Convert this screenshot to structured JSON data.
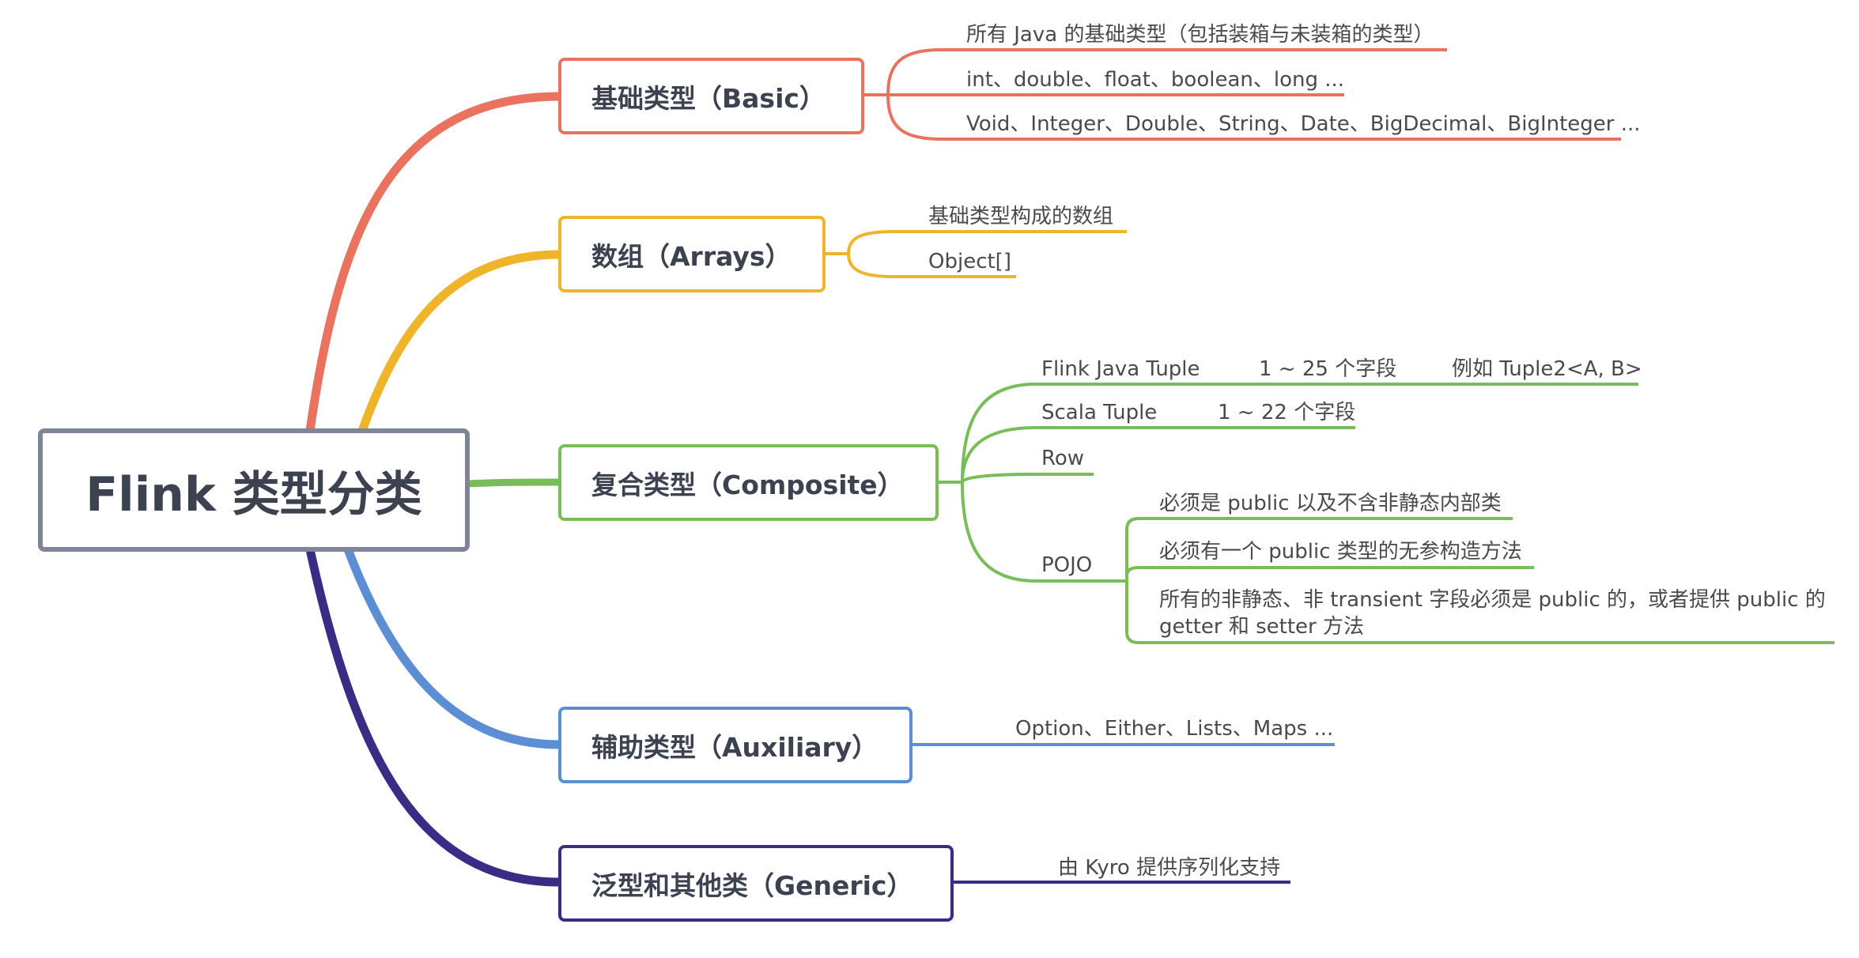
{
  "root": {
    "title": "Flink 类型分类"
  },
  "colors": {
    "basic": "#ea7360",
    "arrays": "#f0b42b",
    "composite": "#79bd5a",
    "auxiliary": "#5b8ed3",
    "generic": "#3a2c84",
    "root_border": "#7e8596"
  },
  "branches": {
    "basic": {
      "label": "基础类型（Basic）",
      "children": [
        "所有 Java 的基础类型（包括装箱与未装箱的类型）",
        "int、double、float、boolean、long ...",
        "Void、Integer、Double、String、Date、BigDecimal、BigInteger ..."
      ]
    },
    "arrays": {
      "label": "数组（Arrays）",
      "children": [
        "基础类型构成的数组",
        "Object[]"
      ]
    },
    "composite": {
      "label": "复合类型（Composite）",
      "flink_tuple": {
        "label": "Flink Java Tuple",
        "fields": "1 ~ 25 个字段",
        "example": "例如 Tuple2<A, B>"
      },
      "scala_tuple": {
        "label": "Scala Tuple",
        "fields": "1 ~ 22 个字段"
      },
      "row": {
        "label": "Row"
      },
      "pojo": {
        "label": "POJO",
        "rules": [
          "必须是 public 以及不含非静态内部类",
          "必须有一个 public 类型的无参构造方法",
          "所有的非静态、非 transient 字段必须是 public 的，或者提供 public 的",
          "getter 和 setter 方法"
        ]
      }
    },
    "auxiliary": {
      "label": "辅助类型（Auxiliary）",
      "children": [
        "Option、Either、Lists、Maps ..."
      ]
    },
    "generic": {
      "label": "泛型和其他类（Generic）",
      "children": [
        "由 Kyro 提供序列化支持"
      ]
    }
  }
}
